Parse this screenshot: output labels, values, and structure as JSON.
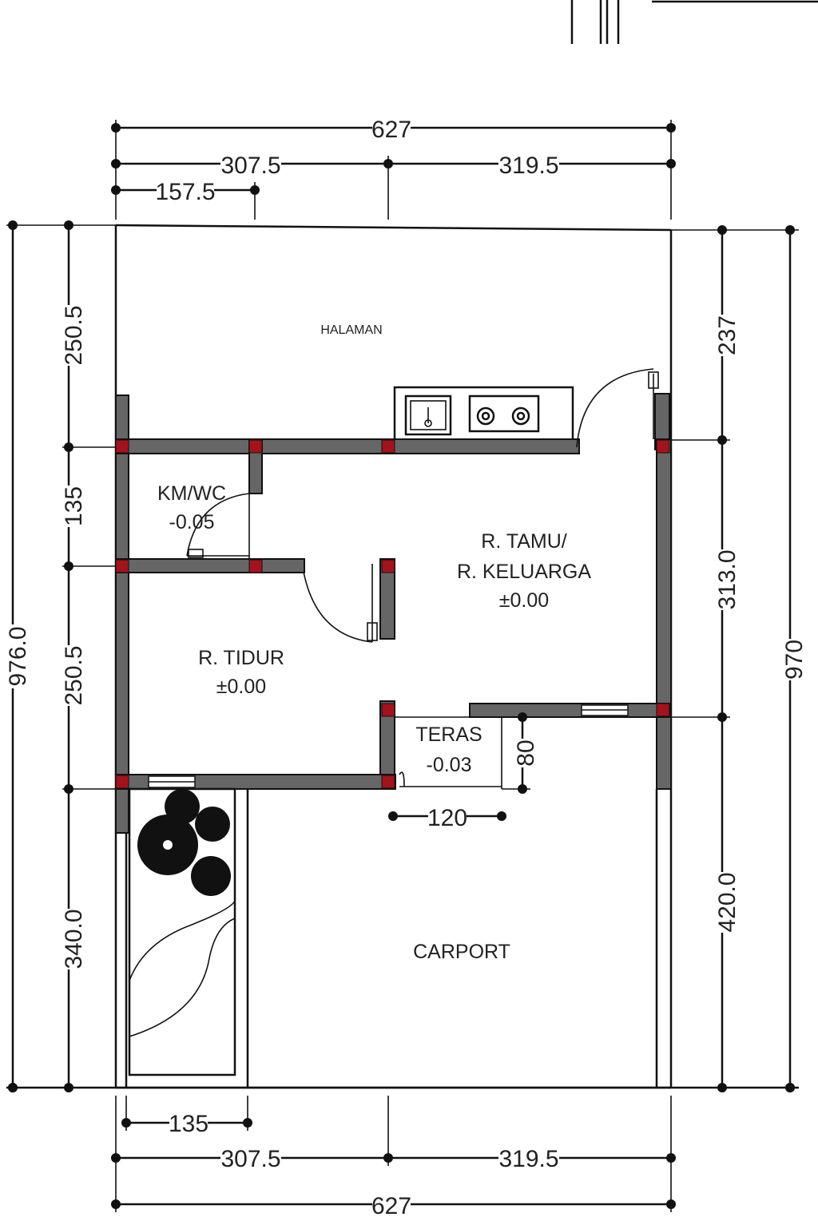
{
  "dimensions": {
    "top_total": "627",
    "top_left": "307.5",
    "top_right": "319.5",
    "top_small": "157.5",
    "left_total": "976.0",
    "left_1": "250.5",
    "left_2": "135",
    "left_3": "250.5",
    "left_4": "340.0",
    "right_total": "970",
    "right_1": "237",
    "right_2": "313.0",
    "right_3": "420.0",
    "bottom_small": "135",
    "bottom_left": "307.5",
    "bottom_right": "319.5",
    "bottom_total": "627",
    "teras_width": "120",
    "teras_depth": "80"
  },
  "rooms": {
    "halaman": "HALAMAN",
    "kmwc": "KM/WC",
    "kmwc_level": "-0.05",
    "tamu_line1": "R. TAMU/",
    "tamu_line2": "R. KELUARGA",
    "tamu_level": "±0.00",
    "tidur": "R. TIDUR",
    "tidur_level": "±0.00",
    "teras": "TERAS",
    "teras_level": "-0.03",
    "carport": "CARPORT"
  }
}
